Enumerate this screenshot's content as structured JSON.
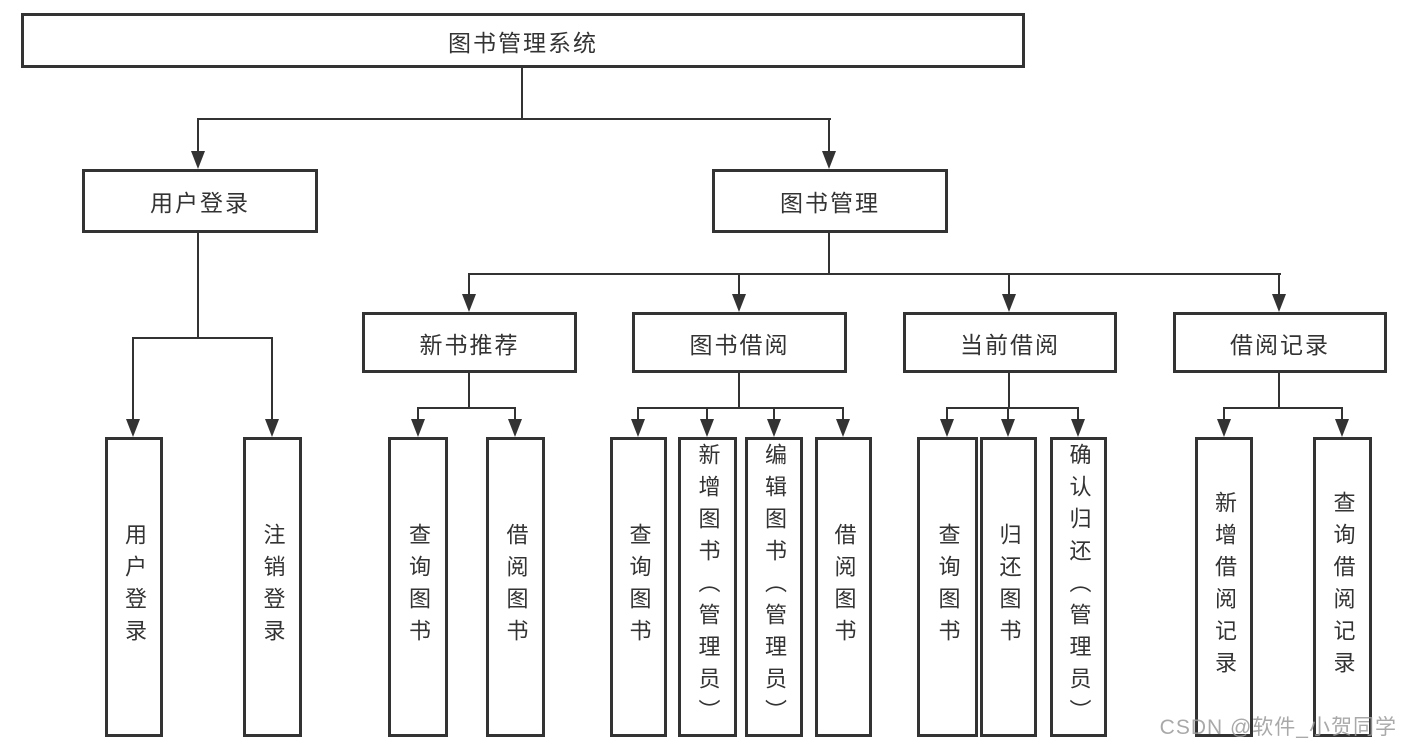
{
  "title": "图书管理系统",
  "level2": {
    "login": "用户登录",
    "manage": "图书管理"
  },
  "level3": {
    "recommend": "新书推荐",
    "borrow": "图书借阅",
    "current": "当前借阅",
    "records": "借阅记录"
  },
  "leaves": {
    "login": [
      "用户登录",
      "注销登录"
    ],
    "recommend": [
      "查询图书",
      "借阅图书"
    ],
    "borrow": [
      "查询图书",
      "新增图书（管理员）",
      "编辑图书（管理员）",
      "借阅图书"
    ],
    "current": [
      "查询图书",
      "归还图书",
      "确认归还（管理员）"
    ],
    "records": [
      "新增借阅记录",
      "查询借阅记录"
    ]
  },
  "watermark": "CSDN @软件_小贺同学",
  "colors": {
    "line": "#333333",
    "text": "#333333",
    "watermark": "#9b9b9b",
    "background": "#ffffff"
  }
}
